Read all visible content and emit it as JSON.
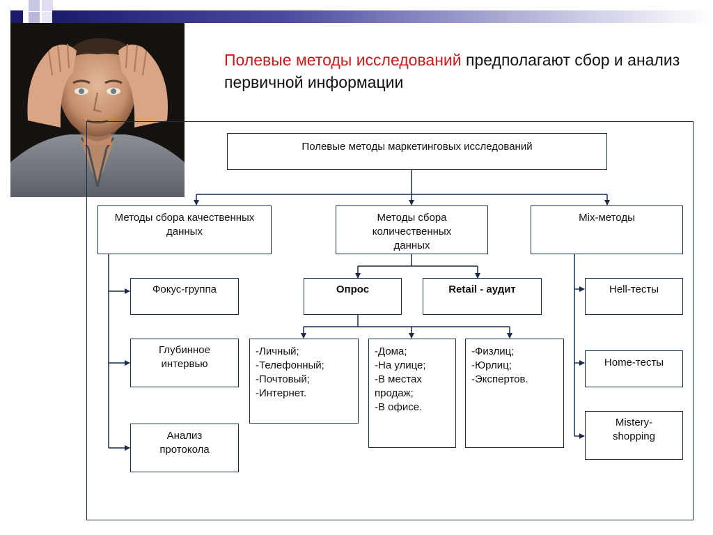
{
  "slide": {
    "headline_accent": "Полевые методы исследований",
    "headline_rest": " предполагают сбор и анализ первичной информации",
    "root": "Полевые методы  маркетинговых исследований",
    "categories": {
      "qualitative": "Методы сбора качественных данных",
      "quantitative": "Методы сбора количественных данных",
      "mix": "Mix-методы"
    },
    "qualitative_items": [
      "Фокус-группа",
      "Глубинное интервью",
      "Анализ протокола"
    ],
    "quantitative_items": [
      "Опрос",
      "Retail - аудит"
    ],
    "survey_lists": [
      [
        "-Личный;",
        "-Телефонный;",
        "-Почтовый;",
        "-Интернет."
      ],
      [
        "-Дома;",
        "-На улице;",
        "-В местах продаж;",
        "-В офисе."
      ],
      [
        "-Физлиц;",
        "-Юрлиц;",
        "-Экспертов."
      ]
    ],
    "mix_items": [
      "Hell-тесты",
      "Home-тесты",
      "Mistery-shopping"
    ]
  },
  "colors": {
    "accent": "#cc1a1a",
    "line": "#1a2a4a",
    "bar_dark": "#1b1b6e"
  },
  "icons": {
    "photo": "stressed-man-photo"
  }
}
